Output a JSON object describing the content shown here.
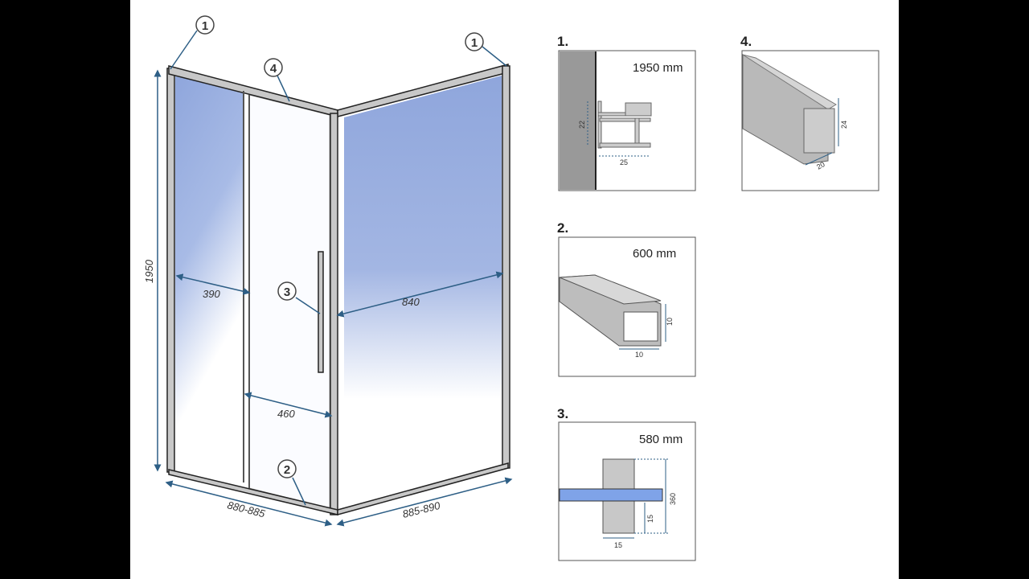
{
  "main_drawing": {
    "callouts": {
      "top_left": "1",
      "top_right": "1",
      "top_rail": "4",
      "handle": "3",
      "bottom_rail": "2"
    },
    "dimensions": {
      "height": "1950",
      "fixed_panel_width": "390",
      "side_panel_width": "840",
      "door_opening": "460",
      "front_width": "880-885",
      "side_width": "885-890"
    }
  },
  "details": [
    {
      "number": "1.",
      "length": "1950 mm",
      "dims": [
        "22",
        "25"
      ]
    },
    {
      "number": "2.",
      "length": "600 mm",
      "dims": [
        "10",
        "10"
      ]
    },
    {
      "number": "3.",
      "length": "580 mm",
      "dims": [
        "360",
        "15",
        "15"
      ]
    },
    {
      "number": "4.",
      "dims": [
        "24",
        "20"
      ]
    }
  ],
  "colors": {
    "glass": "#9fb3e0",
    "frame": "#b8b8b8",
    "dimension": "#2e5f86"
  }
}
